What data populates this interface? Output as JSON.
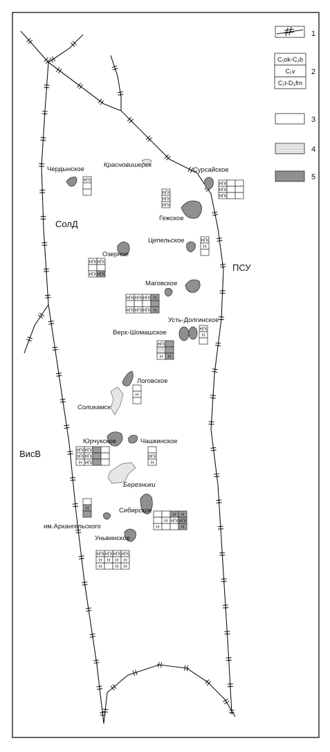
{
  "regions": {
    "sold": "СолД",
    "psu": "ПСУ",
    "visv": "ВисВ"
  },
  "towns": {
    "krasnovishersk": "Красновишерск",
    "solikamsk": "Соликамск",
    "berezniki": "Березники"
  },
  "fields": {
    "cherdynskoe": "Чердынское",
    "sursayskoe": "Сурсайское",
    "gezhskoe": "Гежское",
    "tsepelskoe": "Цепельское",
    "ozernoe": "Озерное",
    "magovskoe": "Маговское",
    "ust_dolginskoe": "Усть-Долгинское",
    "verkh_shomashskoe": "Верх-Шомашское",
    "logovskoe": "Логовское",
    "yurchukskoe": "Юрчукское",
    "chashkinskoe": "Чашкинское",
    "sibirskoe": "Сибирское",
    "arkhangelskogo": "им.Архангельского",
    "unvinskoe": "Уньвинское"
  },
  "cell_codes": {
    "ngk": "НГК",
    "n": "Н"
  },
  "legend": {
    "n1": "1",
    "n2": "2",
    "n3": "3",
    "n4": "4",
    "n5": "5",
    "strat_top": "C₁ok-C₂b",
    "strat_mid": "C₁v",
    "strat_bot": "C₁t-D₃fm"
  }
}
